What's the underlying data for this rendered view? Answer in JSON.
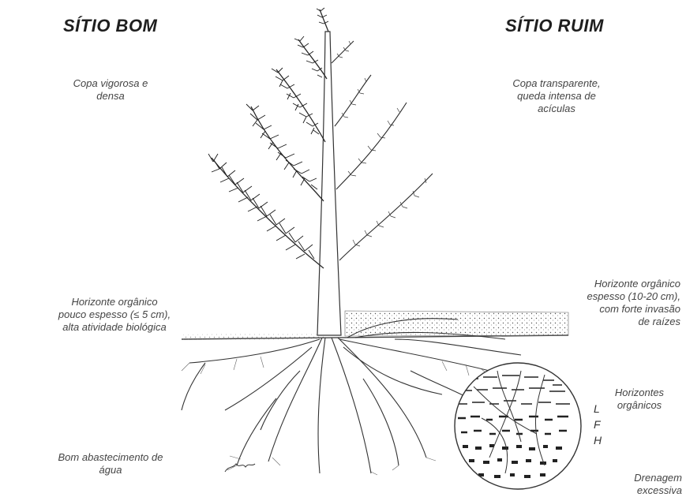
{
  "titles": {
    "good_site": "SÍTIO BOM",
    "bad_site": "SÍTIO RUIM"
  },
  "labels": {
    "good_crown": "Copa vigorosa e\ndensa",
    "bad_crown": "Copa transparente,\nqueda intensa de\nacículas",
    "good_organic": "Horizonte orgânico\npouco espesso (≤ 5 cm),\nalta atividade biológica",
    "bad_organic": "Horizonte orgânico\nespesso (10-20 cm),\ncom forte invasão\nde raízes",
    "organic_horizons": "Horizontes\norgânicos",
    "good_water": "Bom abastecimento de\nágua",
    "bad_drainage": "Drenagem\nexcessiva"
  },
  "horizon_letters": [
    "L",
    "F",
    "H"
  ]
}
